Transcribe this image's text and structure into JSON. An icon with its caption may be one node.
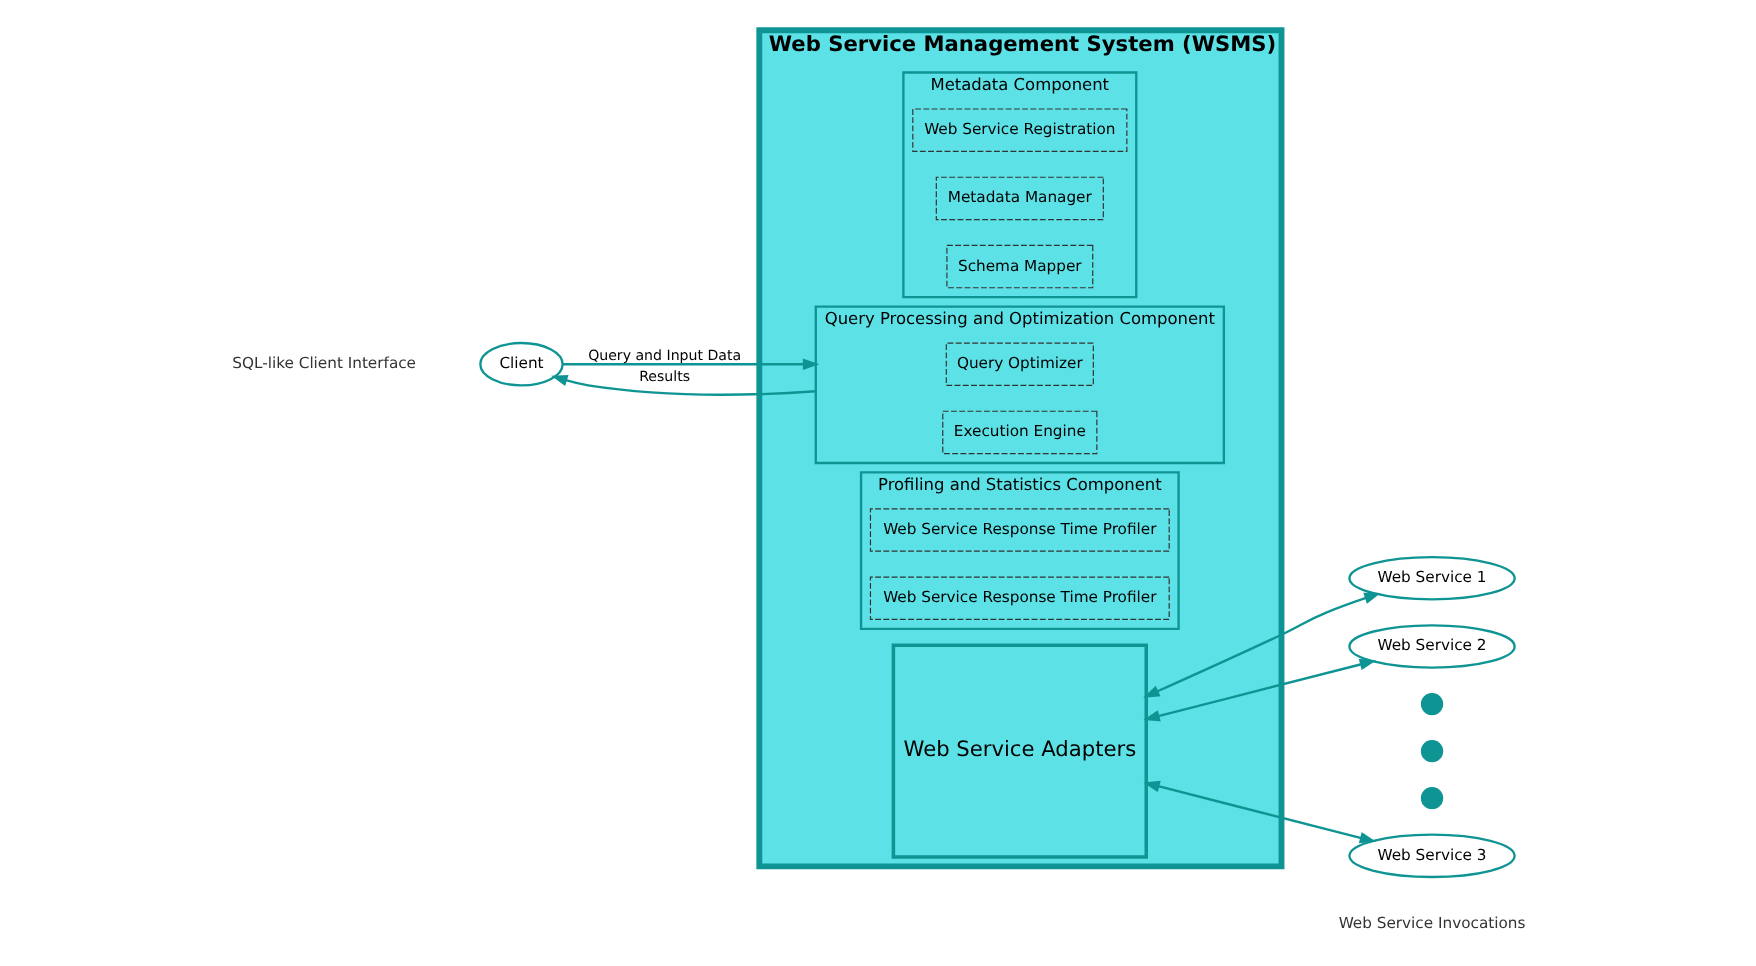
{
  "diagram": {
    "nodes": [
      {
        "text": [
          "Web Service Management System (WSMS)"
        ]
      },
      {
        "text": [
          "Metadata Component"
        ],
        "in": 0
      },
      {
        "text": [
          "Web Service Registration"
        ],
        "in": 1
      },
      {
        "text": [
          "Metadata Manager"
        ],
        "in": 1
      },
      {
        "text": [
          "Schema Mapper"
        ],
        "in": 1
      },
      {
        "text": [
          "Query Processing and Optimization Component"
        ],
        "in": 0
      },
      {
        "text": [
          "Query Optimizer"
        ],
        "in": 5
      },
      {
        "text": [
          "Execution Engine"
        ],
        "in": 5
      },
      {
        "text": [
          "Profiling and Statistics Component"
        ],
        "in": 0
      },
      {
        "text": [
          "Web Service Response Time Profiler"
        ],
        "in": 8
      },
      {
        "text": [
          "Web Service Response Time Profiler"
        ],
        "in": 8
      },
      {
        "text": [
          "Web Service Adapters"
        ],
        "in": 0
      },
      {
        "text": [
          "Client"
        ]
      },
      {
        "text": [
          "Web Service 1"
        ]
      },
      {
        "text": [
          "Web Service 2"
        ]
      },
      {
        "text": [],
        "shape": "circle"
      },
      {
        "text": [],
        "shape": "circle"
      },
      {
        "text": [],
        "shape": "circle"
      },
      {
        "text": [
          "Web Service 3"
        ]
      }
    ],
    "edges": [
      {
        "from": 12,
        "to": 5,
        "arrow": "to",
        "label": "Query and Input Data"
      },
      {
        "from": 5,
        "to": 12,
        "arrow": "to",
        "label": "Results"
      },
      {
        "from": 11,
        "to": 13,
        "arrow": "both"
      },
      {
        "from": 11,
        "to": 14,
        "arrow": "both"
      },
      {
        "from": 11,
        "to": 18,
        "arrow": "both"
      }
    ],
    "labels": [
      "SQL-like Client Interface",
      "Web Service Invocations"
    ]
  }
}
